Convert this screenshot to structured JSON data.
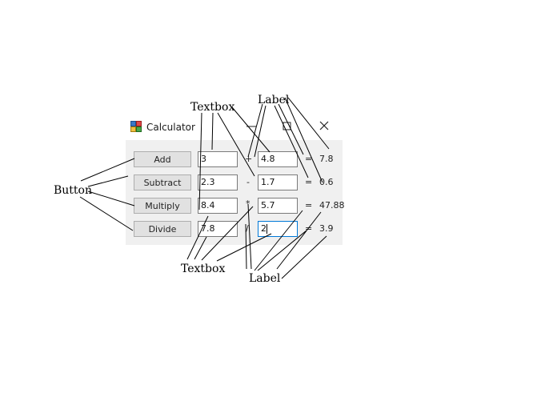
{
  "window": {
    "title": "Calculator",
    "icon": "calculator-app-icon",
    "controls": [
      "minimize-icon",
      "maximize-icon",
      "close-icon"
    ]
  },
  "rows": [
    {
      "button": "Add",
      "a": "3",
      "op": "+",
      "b": "4.8",
      "eq": "=",
      "result": "7.8"
    },
    {
      "button": "Subtract",
      "a": "2.3",
      "op": "-",
      "b": "1.7",
      "eq": "=",
      "result": "0.6"
    },
    {
      "button": "Multiply",
      "a": "8.4",
      "op": "*",
      "b": "5.7",
      "eq": "=",
      "result": "47.88"
    },
    {
      "button": "Divide",
      "a": "7.8",
      "op": "/",
      "b": "2",
      "eq": "=",
      "result": "3.9"
    }
  ],
  "annotations": {
    "textbox_top": "Textbox",
    "label_top": "Label",
    "button_left": "Button",
    "textbox_bottom": "Textbox",
    "label_bottom": "Label"
  },
  "colors": {
    "client_bg": "#f0f0f0",
    "button_bg": "#e1e1e1",
    "focus_border": "#0078d7"
  }
}
